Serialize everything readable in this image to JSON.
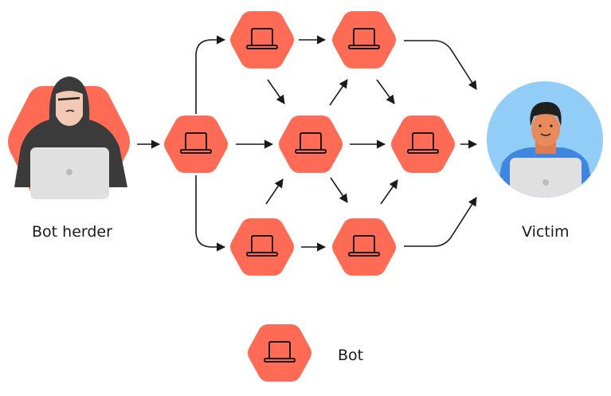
{
  "title": "Botnet attack diagram",
  "colors": {
    "bot_fill": "#ff6b55",
    "laptop_stroke": "#1a1a1a",
    "victim_bg": "#92cdf7",
    "victim_shirt": "#3f86e0",
    "hood": "#3b3b3b",
    "laptop_grey": "#e0e0e0",
    "arrow": "#1a1a1a"
  },
  "actors": {
    "bot_herder": {
      "label": "Bot herder",
      "icon": "hooded-hacker-with-laptop"
    },
    "victim": {
      "label": "Victim",
      "icon": "person-with-laptop"
    }
  },
  "bots": [
    {
      "id": "bot-entry",
      "icon": "laptop-icon"
    },
    {
      "id": "bot-top-1",
      "icon": "laptop-icon"
    },
    {
      "id": "bot-top-2",
      "icon": "laptop-icon"
    },
    {
      "id": "bot-mid-1",
      "icon": "laptop-icon"
    },
    {
      "id": "bot-mid-2",
      "icon": "laptop-icon"
    },
    {
      "id": "bot-bottom-1",
      "icon": "laptop-icon"
    },
    {
      "id": "bot-bottom-2",
      "icon": "laptop-icon"
    }
  ],
  "edges": [
    {
      "from": "bot-herder",
      "to": "bot-entry"
    },
    {
      "from": "bot-entry",
      "to": "bot-top-1"
    },
    {
      "from": "bot-entry",
      "to": "bot-mid-1"
    },
    {
      "from": "bot-entry",
      "to": "bot-bottom-1"
    },
    {
      "from": "bot-top-1",
      "to": "bot-top-2"
    },
    {
      "from": "bot-top-1",
      "to": "bot-mid-1"
    },
    {
      "from": "bot-mid-1",
      "to": "bot-top-2"
    },
    {
      "from": "bot-mid-1",
      "to": "bot-mid-2"
    },
    {
      "from": "bot-mid-1",
      "to": "bot-bottom-2"
    },
    {
      "from": "bot-bottom-1",
      "to": "bot-mid-1"
    },
    {
      "from": "bot-bottom-1",
      "to": "bot-bottom-2"
    },
    {
      "from": "bot-top-2",
      "to": "bot-mid-2"
    },
    {
      "from": "bot-bottom-2",
      "to": "bot-mid-2"
    },
    {
      "from": "bot-top-2",
      "to": "victim"
    },
    {
      "from": "bot-mid-2",
      "to": "victim"
    },
    {
      "from": "bot-bottom-2",
      "to": "victim"
    }
  ],
  "legend": {
    "label": "Bot",
    "icon": "laptop-icon"
  }
}
